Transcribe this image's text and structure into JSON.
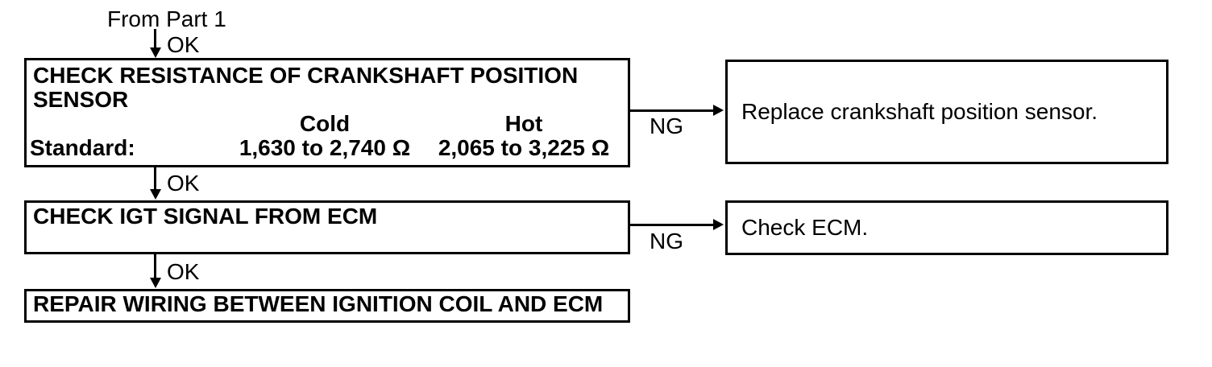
{
  "diagram": {
    "entry_label": "From Part 1",
    "connectors": {
      "ok1": "OK",
      "ok2": "OK",
      "ok3": "OK",
      "ng1": "NG",
      "ng2": "NG"
    },
    "step1": {
      "title": "CHECK RESISTANCE OF CRANKSHAFT POSITION SENSOR",
      "standard_label": "Standard:",
      "cold_header": "Cold",
      "cold_value": "1,630 to 2,740 Ω",
      "hot_header": "Hot",
      "hot_value": "2,065 to 3,225 Ω",
      "ng_action": "Replace crankshaft position sensor."
    },
    "step2": {
      "title": "CHECK IGT SIGNAL FROM ECM",
      "ng_action": "Check ECM."
    },
    "step3": {
      "title": "REPAIR WIRING BETWEEN IGNITION COIL AND ECM"
    },
    "colors": {
      "ink": "#000000",
      "background": "#ffffff"
    }
  }
}
